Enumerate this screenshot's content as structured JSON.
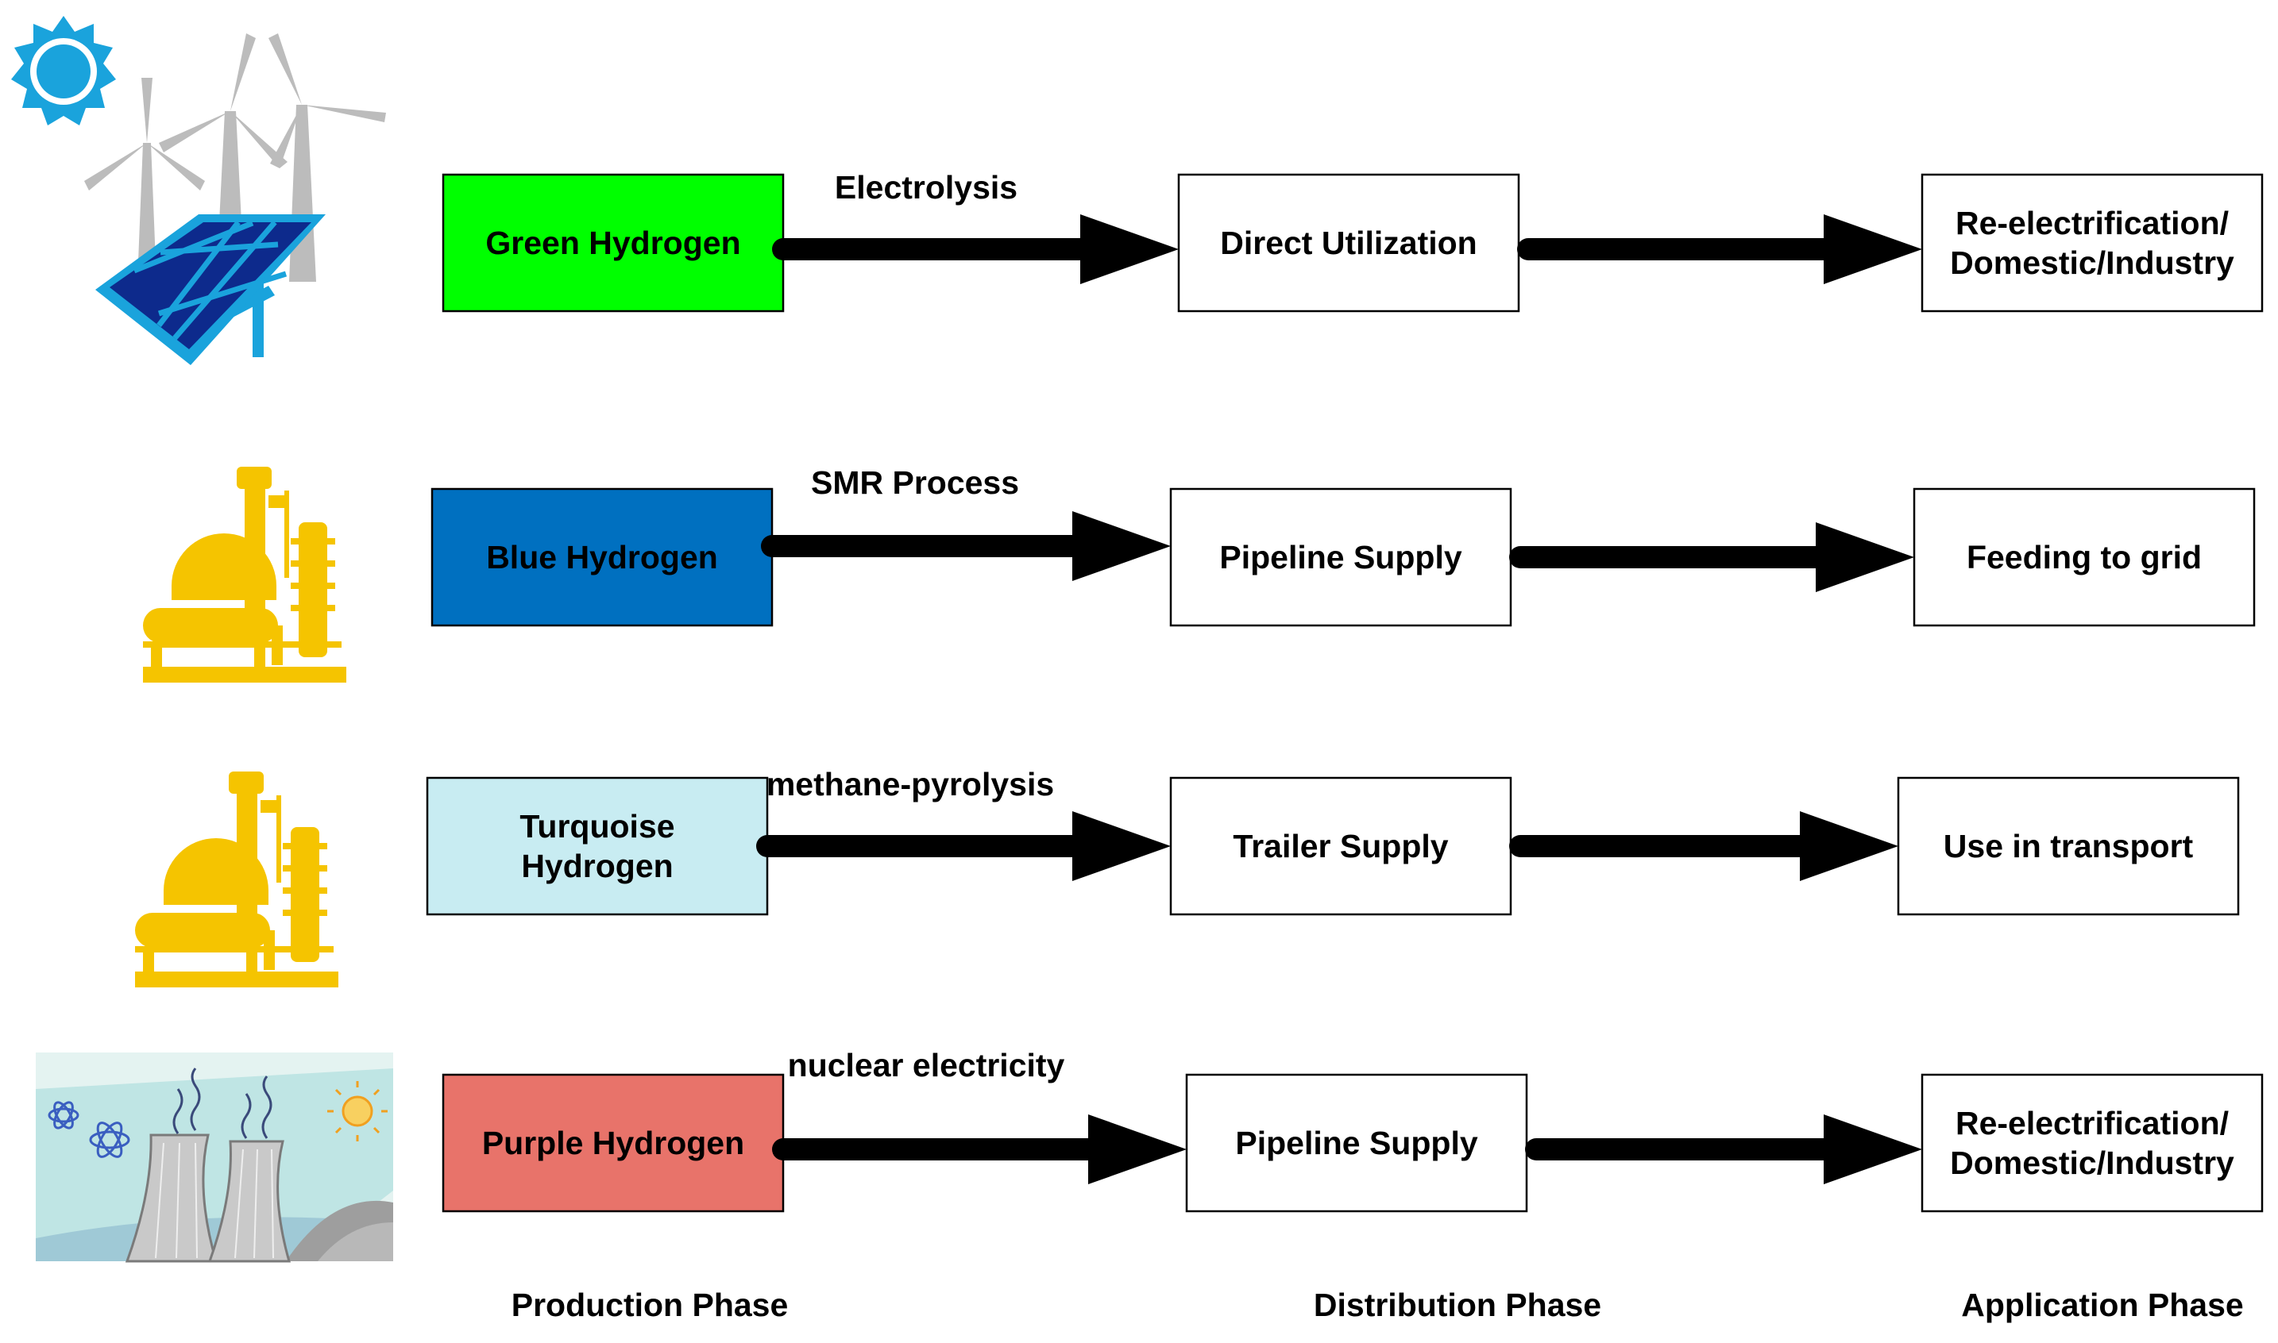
{
  "rows": [
    {
      "source": {
        "lines": [
          "Green Hydrogen"
        ],
        "fill": "#00ff00"
      },
      "process": "Electrolysis",
      "distribution": {
        "lines": [
          "Direct Utilization"
        ]
      },
      "application": {
        "lines": [
          "Re-electrification/",
          "Domestic/Industry"
        ]
      },
      "icon": "solar-wind-icon"
    },
    {
      "source": {
        "lines": [
          "Blue Hydrogen"
        ],
        "fill": "#0070c0"
      },
      "process": "SMR Process",
      "distribution": {
        "lines": [
          "Pipeline Supply"
        ]
      },
      "application": {
        "lines": [
          "Feeding to grid"
        ]
      },
      "icon": "refinery-icon"
    },
    {
      "source": {
        "lines": [
          "Turquoise",
          "Hydrogen"
        ],
        "fill": "#c8ecf2"
      },
      "process": "methane-pyrolysis",
      "distribution": {
        "lines": [
          "Trailer Supply"
        ]
      },
      "application": {
        "lines": [
          "Use in transport"
        ]
      },
      "icon": "refinery-icon"
    },
    {
      "source": {
        "lines": [
          "Purple Hydrogen"
        ],
        "fill": "#e8736a"
      },
      "process": "nuclear electricity",
      "distribution": {
        "lines": [
          "Pipeline Supply"
        ]
      },
      "application": {
        "lines": [
          "Re-electrification/",
          "Domestic/Industry"
        ]
      },
      "icon": "nuclear-plant-icon"
    }
  ],
  "phases": {
    "production": "Production Phase",
    "distribution": "Distribution Phase",
    "application": "Application Phase"
  },
  "colors": {
    "icon_blue": "#1aa3dc",
    "panel_navy": "#0d2a8c",
    "refinery_yellow": "#f5c400",
    "nuclear_bg": "#d8efef",
    "arrow": "#000000"
  }
}
